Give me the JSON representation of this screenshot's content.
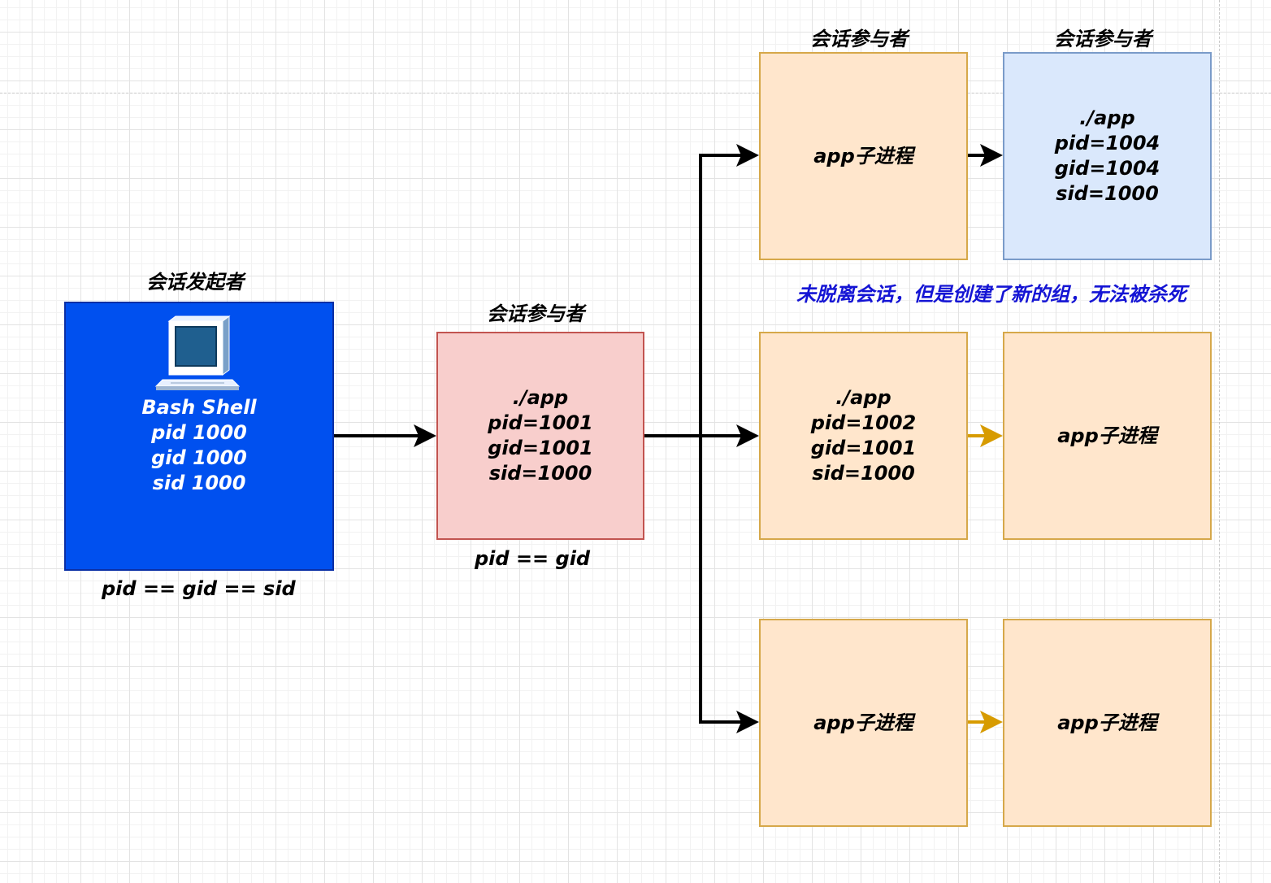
{
  "labels": {
    "initiator": "会话发起者",
    "participant_main": "会话参与者",
    "participant_top1": "会话参与者",
    "participant_top2": "会话参与者",
    "note": "未脱离会话，但是创建了新的组，无法被杀死",
    "bash_relation": "pid == gid == sid",
    "app_relation": "pid == gid"
  },
  "bash": {
    "icon": "computer-icon",
    "lines": [
      "Bash Shell",
      "pid 1000",
      "gid 1000",
      "sid 1000"
    ]
  },
  "app_main": {
    "lines": [
      "./app",
      "pid=1001",
      "gid=1001",
      "sid=1000"
    ]
  },
  "top_child": {
    "text": "app子进程"
  },
  "top_grandchild": {
    "lines": [
      "./app",
      "pid=1004",
      "gid=1004",
      "sid=1000"
    ]
  },
  "mid_child": {
    "lines": [
      "./app",
      "pid=1002",
      "gid=1001",
      "sid=1000"
    ]
  },
  "mid_grandchild": {
    "text": "app子进程"
  },
  "bot_child": {
    "text": "app子进程"
  },
  "bot_grandchild": {
    "text": "app子进程"
  },
  "colors": {
    "bash_fill": "#0050ef",
    "app_fill": "#f8cecc",
    "child_fill": "#ffe6cc",
    "detached_fill": "#dae8fc",
    "edge_black": "#000000",
    "edge_gold": "#d79b00",
    "note_text": "#1414d4"
  }
}
